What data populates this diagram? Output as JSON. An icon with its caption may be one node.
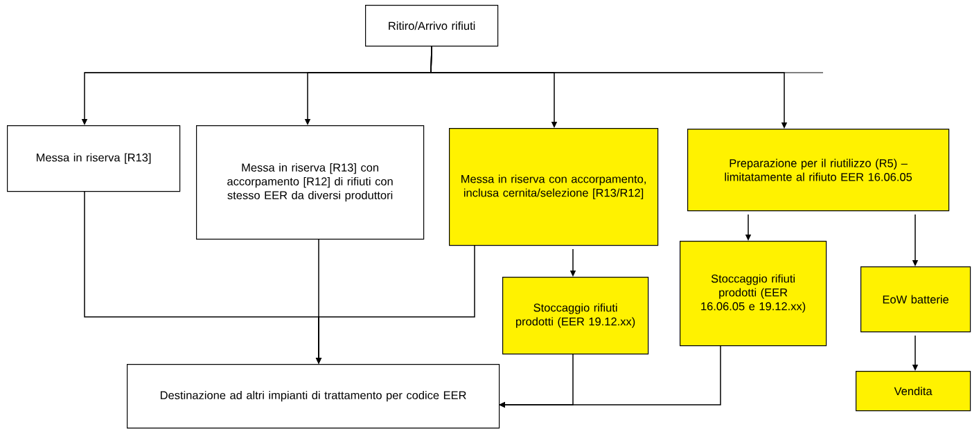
{
  "diagram": {
    "nodes": [
      {
        "text": [
          "Ritiro/Arrivo rifiuti"
        ]
      },
      {
        "text": [
          "Messa in riserva [R13]"
        ]
      },
      {
        "text": [
          "Messa in riserva [R13] con accorpamento [R12] di rifiuti con stesso EER da diversi produttori"
        ]
      },
      {
        "text": [
          "Messa in riserva con accorpamento, inclusa cernita/selezione [R13/R12]"
        ]
      },
      {
        "text": [
          "Preparazione per il riutilizzo (R5) – limitatamente al rifiuto EER 16.06.05"
        ]
      },
      {
        "text": [
          "Stoccaggio rifiuti prodotti (EER 19.12.xx)"
        ]
      },
      {
        "text": [
          "Stoccaggio rifiuti prodotti (EER 16.06.05 e 19.12.xx)"
        ]
      },
      {
        "text": [
          "EoW batterie"
        ]
      },
      {
        "text": [
          "Vendita"
        ]
      },
      {
        "text": [
          "Destinazione ad altri impianti di trattamento per codice EER"
        ]
      }
    ],
    "edges": [
      {
        "from": 0,
        "to": 1,
        "arrow": "to"
      },
      {
        "from": 0,
        "to": 2,
        "arrow": "to"
      },
      {
        "from": 0,
        "to": 3,
        "arrow": "to"
      },
      {
        "from": 0,
        "to": 4,
        "arrow": "to"
      },
      {
        "from": 1,
        "to": 9,
        "arrow": "to"
      },
      {
        "from": 2,
        "to": 9,
        "arrow": "to"
      },
      {
        "from": 3,
        "to": 9,
        "arrow": "to"
      },
      {
        "from": 3,
        "to": 5,
        "arrow": "to"
      },
      {
        "from": 4,
        "to": 6,
        "arrow": "to"
      },
      {
        "from": 4,
        "to": 7,
        "arrow": "to"
      },
      {
        "from": 7,
        "to": 8,
        "arrow": "to"
      },
      {
        "from": 5,
        "to": 9,
        "arrow": "to"
      },
      {
        "from": 6,
        "to": 9,
        "arrow": "to"
      }
    ]
  }
}
